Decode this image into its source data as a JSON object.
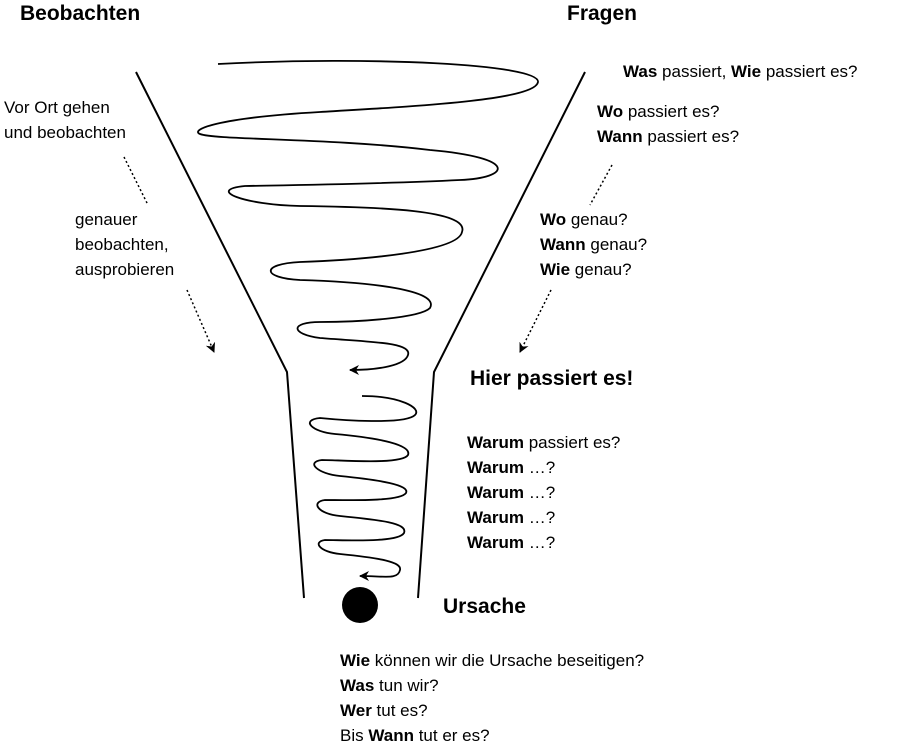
{
  "headings": {
    "observe": "Beobachten",
    "ask": "Fragen",
    "here": "Hier passiert es!",
    "cause": "Ursache"
  },
  "left_notes": {
    "step1": [
      "Vor Ort gehen",
      "und beobachten"
    ],
    "step2": [
      "genauer",
      "beobachten,",
      "ausprobieren"
    ]
  },
  "questions_top": [
    {
      "lines": [
        [
          {
            "b": "Was"
          },
          {
            "t": " passiert, "
          },
          {
            "b": "Wie"
          },
          {
            "t": " passiert es?"
          }
        ]
      ]
    },
    {
      "lines": [
        [
          {
            "b": "Wo"
          },
          {
            "t": " passiert es?"
          }
        ],
        [
          {
            "b": "Wann"
          },
          {
            "t": " passiert es?"
          }
        ]
      ]
    },
    {
      "lines": [
        [
          {
            "b": "Wo"
          },
          {
            "t": " genau?"
          }
        ],
        [
          {
            "b": "Wann"
          },
          {
            "t": " genau?"
          }
        ],
        [
          {
            "b": "Wie"
          },
          {
            "t": " genau?"
          }
        ]
      ]
    }
  ],
  "why_questions": [
    [
      {
        "b": "Warum"
      },
      {
        "t": " passiert es?"
      }
    ],
    [
      {
        "b": "Warum"
      },
      {
        "t": " …?"
      }
    ],
    [
      {
        "b": "Warum"
      },
      {
        "t": " …?"
      }
    ],
    [
      {
        "b": "Warum"
      },
      {
        "t": " …?"
      }
    ],
    [
      {
        "b": "Warum"
      },
      {
        "t": " …?"
      }
    ]
  ],
  "action_questions": [
    [
      {
        "b": "Wie"
      },
      {
        "t": " können wir die Ursache beseitigen?"
      }
    ],
    [
      {
        "b": "Was"
      },
      {
        "t": " tun wir?"
      }
    ],
    [
      {
        "b": "Wer"
      },
      {
        "t": " tut es?"
      }
    ],
    [
      {
        "t": "Bis "
      },
      {
        "b": "Wann"
      },
      {
        "t": " tut er es?"
      }
    ]
  ]
}
